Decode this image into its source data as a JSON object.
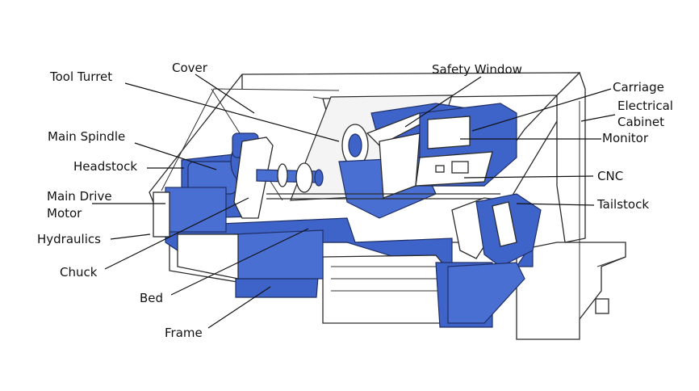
{
  "colors": {
    "machine_blue": "#3e63c9",
    "outline": "#2a2a2a",
    "background": "#ffffff"
  },
  "labels": {
    "tool_turret": "Tool Turret",
    "cover": "Cover",
    "safety_window": "Safety Window",
    "carriage": "Carriage",
    "electrical_cabinet_line1": "Electrical",
    "electrical_cabinet_line2": "Cabinet",
    "monitor": "Monitor",
    "main_spindle": "Main Spindle",
    "headstock": "Headstock",
    "main_drive_motor_line1": "Main Drive",
    "main_drive_motor_line2": "Motor",
    "cnc": "CNC",
    "tailstock": "Tailstock",
    "hydraulics": "Hydraulics",
    "chuck": "Chuck",
    "bed": "Bed",
    "frame": "Frame"
  }
}
